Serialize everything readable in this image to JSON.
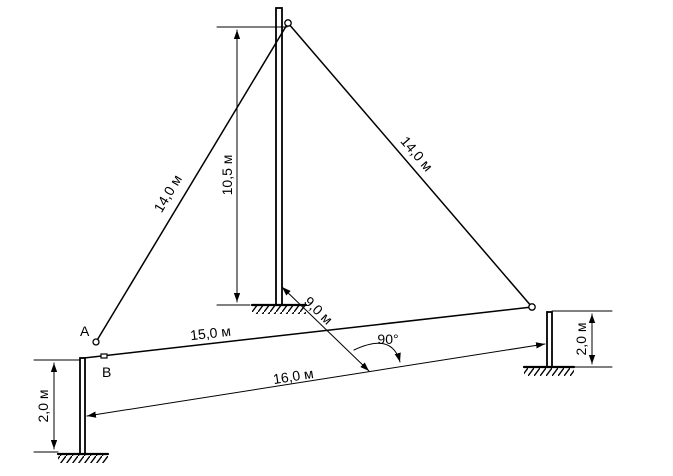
{
  "points": {
    "a": "A",
    "b": "B"
  },
  "dimensions": {
    "guy_left": "14,0 м",
    "guy_right": "14,0 м",
    "mast_height": "10,5 м",
    "mast_to_line": "9,0 м",
    "line_ab": "15,0 м",
    "base_span": "16,0 м",
    "angle": "90°",
    "post_left": "2,0 м",
    "post_right": "2,0 м"
  }
}
